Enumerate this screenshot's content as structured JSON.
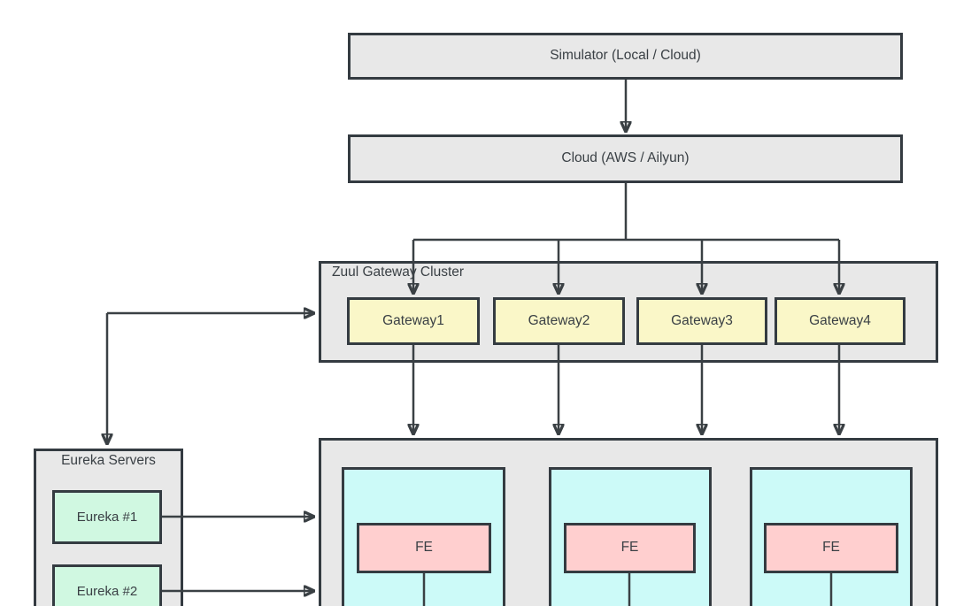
{
  "diagram": {
    "simulator": {
      "label": "Simulator (Local / Cloud)"
    },
    "cloud": {
      "label": "Cloud (AWS / Ailyun)"
    },
    "zuul_cluster": {
      "label": "Zuul Gateway Cluster",
      "gateways": [
        {
          "label": "Gateway1"
        },
        {
          "label": "Gateway2"
        },
        {
          "label": "Gateway3"
        },
        {
          "label": "Gateway4"
        }
      ]
    },
    "eureka": {
      "label": "Eureka Servers",
      "servers": [
        {
          "label": "Eureka #1"
        },
        {
          "label": "Eureka #2"
        }
      ]
    },
    "backend": {
      "instances": [
        {
          "fe_label": "FE"
        },
        {
          "fe_label": "FE"
        },
        {
          "fe_label": "FE"
        }
      ]
    },
    "palette": {
      "background": "#FFFFFF",
      "container_gray": "#E8E8E8",
      "gateway_yellow": "#FAF7C8",
      "instance_cyan": "#CCFAF8",
      "fe_pink": "#FFCFCF",
      "eureka_green": "#D0F8E1",
      "stroke_dark": "#343B41",
      "text_dark": "#3A4045"
    }
  }
}
